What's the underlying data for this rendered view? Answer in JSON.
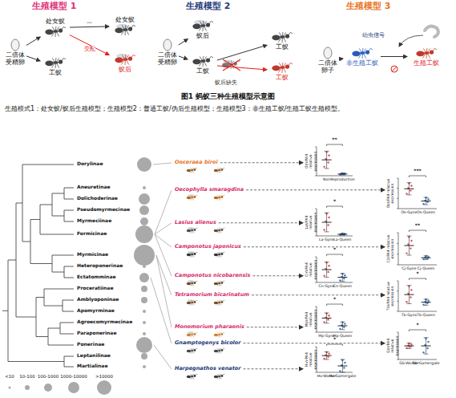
{
  "diagram": {
    "caption": "图1 蚂蚁三种生殖模型示意图",
    "nodes": [
      {
        "text": [
          "二倍体受精卵"
        ]
      },
      {
        "text": [
          "处女蚁"
        ]
      },
      {
        "text": [
          "工蚁"
        ]
      },
      {
        "text": [
          "处女蚁"
        ]
      },
      {
        "text": [
          "蚁后"
        ]
      },
      {
        "text": [
          "二倍体受精卵"
        ]
      },
      {
        "text": [
          "蚁后"
        ]
      },
      {
        "text": [
          "工蚁"
        ]
      },
      {
        "text": [
          "工蚁"
        ]
      },
      {
        "text": [
          "工蚁"
        ]
      },
      {
        "text": [
          "二倍体卵子"
        ]
      },
      {
        "text": [
          "非生殖工蚁"
        ]
      },
      {
        "text": [
          "生殖工蚁"
        ]
      }
    ],
    "edges": [
      {
        "from": 0,
        "to": 1,
        "arrow": "to"
      },
      {
        "from": 0,
        "to": 2,
        "arrow": "to"
      },
      {
        "from": 1,
        "to": 3,
        "arrow": "to",
        "label": "—"
      },
      {
        "from": 1,
        "to": 4,
        "arrow": "to",
        "label": "交配"
      },
      {
        "from": 5,
        "to": 6,
        "arrow": "to"
      },
      {
        "from": 5,
        "to": 7,
        "arrow": "to"
      },
      {
        "from": 7,
        "to": 8,
        "arrow": "to"
      },
      {
        "from": 7,
        "to": 9,
        "arrow": "to"
      },
      {
        "from": 10,
        "to": 11,
        "arrow": "to"
      },
      {
        "from": 11,
        "to": 12,
        "arrow": "to"
      }
    ],
    "labels": [
      "生殖模型 1",
      "生殖模型 2",
      "生殖模型 3",
      "蚁后缺失",
      "幼虫信号",
      "生殖模式1：处女蚁/蚁后生殖模型；生殖模型2：普通工蚁/伪后生殖模型；生殖模型3：非生殖工蚁/生殖工蚁生殖模型。",
      "Dorylinae",
      "Aneuretinae",
      "Dolichoderinae",
      "Pseudomyrmecinae",
      "Myrmeciinae",
      "Formicinae",
      "Myrmicinae",
      "Heteroponerinae",
      "Ectatomminae",
      "Proceratiinae",
      "Amblyoponinae",
      "Apomyrminae",
      "Agroecomyrmecinae",
      "Paraponerinae",
      "Ponerinae",
      "Leptanilinae",
      "Martialinae",
      "Ooceraea biroi",
      "Oecophylla smaragdina",
      "Lasius alienus",
      "Camponotus japonicus",
      "Camponotus nicobarensis",
      "Tetramorium bicarinatum",
      "Monomorium pharaonis",
      "Gnamptogenys bicolor",
      "Harpegnathos venator",
      "ObVPA4 relative expression",
      "Non",
      "Reproduction",
      "**",
      "OsVPA4 relative expression",
      "Os-Gyne",
      "Os-Queen",
      "***",
      "LaVPA4 relative expression",
      "La-Gyne",
      "La-Queen",
      "*",
      "CjVPA4 relative expression",
      "Cj-Gyne",
      "Cj-Queen",
      "**",
      "CnVPA4 relative expression",
      "Cn-Gyne",
      "Cn-Queen",
      "*",
      "TbVPA4 relative expression",
      "Tb-Gyne",
      "Tb-Queen",
      "*",
      "MpVPA4 relative expression",
      "Mp-Gyne",
      "Mp-Queen",
      "*",
      "GbVPA4 relative expression",
      "Gb-Worker",
      "Gb-Gamergate",
      "*",
      "HvVPA4 relative expression",
      "Hv-Worker",
      "Hv-Gamergate",
      "*"
    ],
    "legend": [
      {
        "text": "<10"
      },
      {
        "text": "10-100"
      },
      {
        "text": "100-1000"
      },
      {
        "text": "1000-10000"
      },
      {
        "text": ">10000"
      }
    ]
  }
}
